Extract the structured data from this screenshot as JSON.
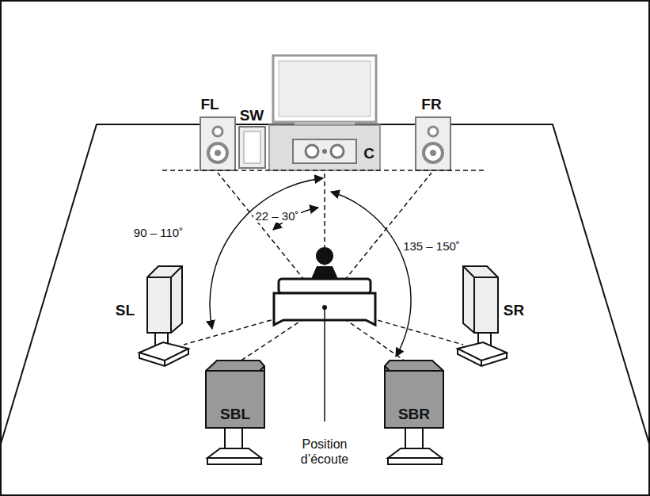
{
  "diagram": {
    "nodes": [
      {
        "text": [
          "FL"
        ]
      },
      {
        "text": [
          "SW"
        ]
      },
      {
        "text": [
          "C"
        ]
      },
      {
        "text": [
          "FR"
        ]
      },
      {
        "text": [
          "SL"
        ]
      },
      {
        "text": [
          "SR"
        ]
      },
      {
        "text": [
          "SBL"
        ]
      },
      {
        "text": [
          "SBR"
        ]
      }
    ],
    "labels": [
      "22 – 30˚",
      "90 – 110˚",
      "135 – 150˚",
      "Position d’écoute"
    ]
  }
}
